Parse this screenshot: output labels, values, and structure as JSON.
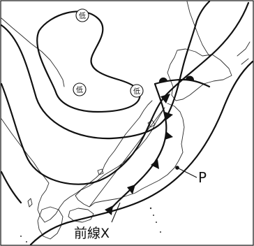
{
  "map": {
    "colors": {
      "ink": "#111111",
      "coast": "#2b2b2b",
      "background": "#ffffff"
    },
    "lows": [
      {
        "label": "低"
      },
      {
        "label": "低"
      },
      {
        "label": "低"
      }
    ],
    "point": {
      "label": "P"
    },
    "front": {
      "label": "前線X"
    }
  }
}
